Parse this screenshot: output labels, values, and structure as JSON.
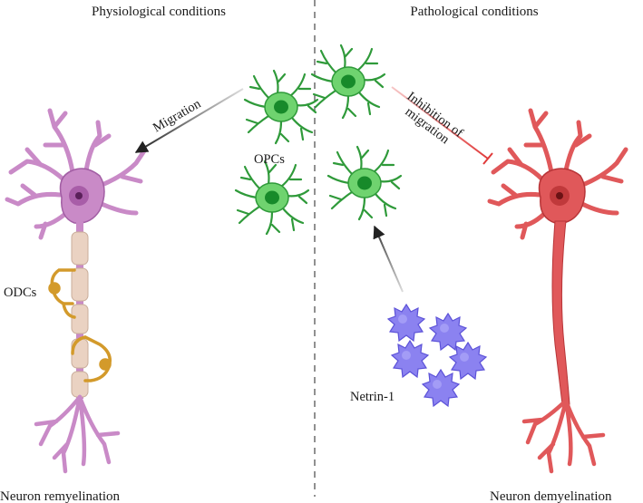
{
  "labels": {
    "left_header": "Physiological conditions",
    "right_header": "Pathological conditions",
    "migration": "Migration",
    "opcs": "OPCs",
    "inhibition_line1": "Inhibition of",
    "inhibition_line2": "migration",
    "odcs": "ODCs",
    "netrin": "Netrin-1",
    "left_footer": "Neuron remyelination",
    "right_footer": "Neuron demyelination"
  },
  "colors": {
    "healthy_neuron": "#c98ac7",
    "healthy_neuron_edge": "#a25ea4",
    "damaged_neuron": "#e0585a",
    "damaged_neuron_edge": "#b83538",
    "opc": "#6fd36f",
    "opc_edge": "#2f9a3a",
    "opc_nucleus": "#178a2a",
    "myelin": "#ead2c2",
    "odc": "#d39a2b",
    "netrin": "#8b82f0",
    "netrin_edge": "#5c52d8",
    "inhibition_arrow": "#e03a3a"
  }
}
